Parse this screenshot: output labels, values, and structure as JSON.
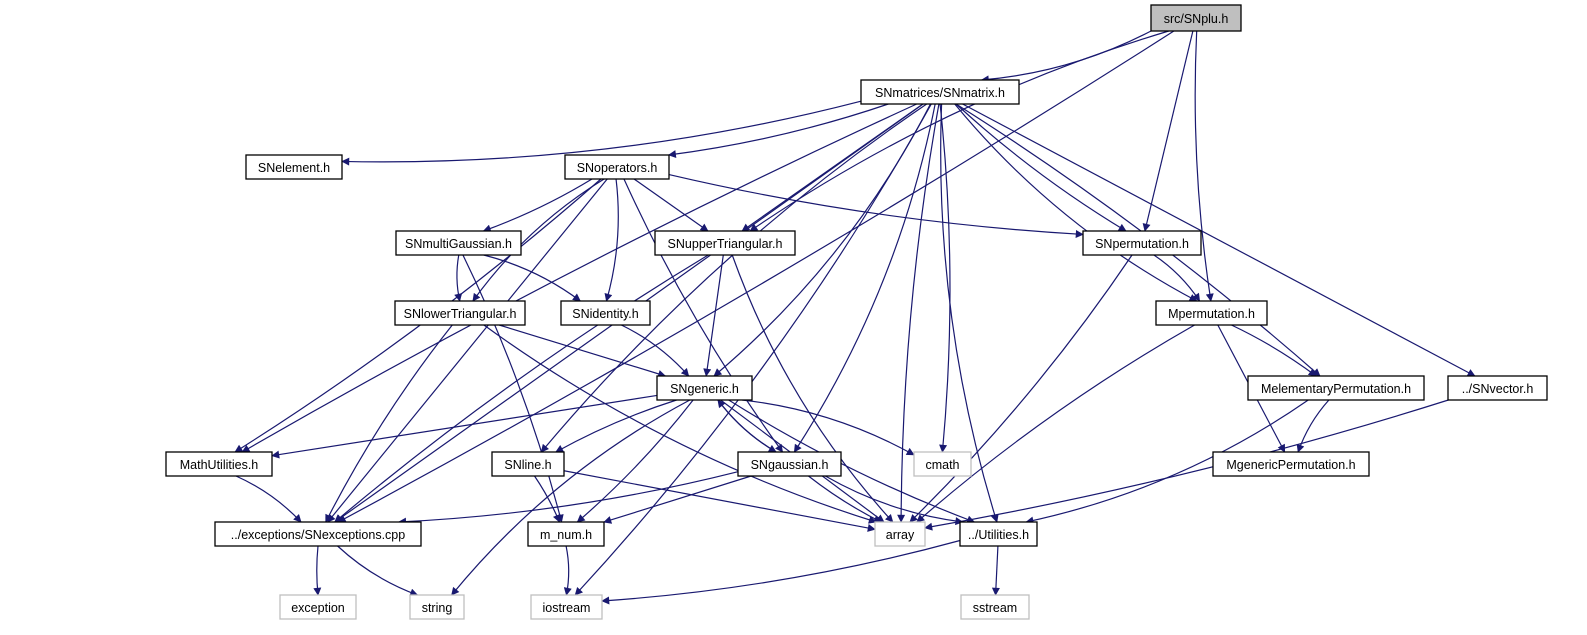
{
  "title": "src/SNplu.h include dependency graph",
  "colors": {
    "edge": "#191970",
    "root_fill": "#bfbfbf",
    "root_border": "#000000",
    "local_fill": "#ffffff",
    "local_border": "#000000",
    "system_fill": "#ffffff",
    "system_border": "#bfbfbf"
  },
  "nodes": [
    {
      "id": "snplu",
      "label": "src/SNplu.h",
      "kind": "root"
    },
    {
      "id": "snmatrix",
      "label": "SNmatrices/SNmatrix.h",
      "kind": "local"
    },
    {
      "id": "snelement",
      "label": "SNelement.h",
      "kind": "local"
    },
    {
      "id": "snoperators",
      "label": "SNoperators.h",
      "kind": "local"
    },
    {
      "id": "snmultigaussian",
      "label": "SNmultiGaussian.h",
      "kind": "local"
    },
    {
      "id": "snuppertriangular",
      "label": "SNupperTriangular.h",
      "kind": "local"
    },
    {
      "id": "snpermutation",
      "label": "SNpermutation.h",
      "kind": "local"
    },
    {
      "id": "snlowertriangular",
      "label": "SNlowerTriangular.h",
      "kind": "local"
    },
    {
      "id": "snidentity",
      "label": "SNidentity.h",
      "kind": "local"
    },
    {
      "id": "mpermutation",
      "label": "Mpermutation.h",
      "kind": "local"
    },
    {
      "id": "sngeneric",
      "label": "SNgeneric.h",
      "kind": "local"
    },
    {
      "id": "melementary",
      "label": "MelementaryPermutation.h",
      "kind": "local"
    },
    {
      "id": "snvector",
      "label": "../SNvector.h",
      "kind": "local"
    },
    {
      "id": "mathutilities",
      "label": "MathUtilities.h",
      "kind": "local"
    },
    {
      "id": "snline",
      "label": "SNline.h",
      "kind": "local"
    },
    {
      "id": "sngaussian",
      "label": "SNgaussian.h",
      "kind": "local"
    },
    {
      "id": "cmath",
      "label": "cmath",
      "kind": "system"
    },
    {
      "id": "mgeneric",
      "label": "MgenericPermutation.h",
      "kind": "local"
    },
    {
      "id": "snexceptions",
      "label": "../exceptions/SNexceptions.cpp",
      "kind": "local"
    },
    {
      "id": "mnum",
      "label": "m_num.h",
      "kind": "local"
    },
    {
      "id": "array",
      "label": "array",
      "kind": "system"
    },
    {
      "id": "utilities",
      "label": "../Utilities.h",
      "kind": "local"
    },
    {
      "id": "exception",
      "label": "exception",
      "kind": "system"
    },
    {
      "id": "string",
      "label": "string",
      "kind": "system"
    },
    {
      "id": "iostream",
      "label": "iostream",
      "kind": "system"
    },
    {
      "id": "sstream",
      "label": "sstream",
      "kind": "system"
    }
  ],
  "edges": [
    [
      "snplu",
      "snmatrix"
    ],
    [
      "snplu",
      "snexceptions"
    ],
    [
      "snplu",
      "snpermutation"
    ],
    [
      "snplu",
      "mpermutation"
    ],
    [
      "snplu",
      "snuppertriangular"
    ],
    [
      "snmatrix",
      "snelement"
    ],
    [
      "snmatrix",
      "snoperators"
    ],
    [
      "snmatrix",
      "snuppertriangular"
    ],
    [
      "snmatrix",
      "snpermutation"
    ],
    [
      "snmatrix",
      "mpermutation"
    ],
    [
      "snmatrix",
      "sngeneric"
    ],
    [
      "snmatrix",
      "melementary"
    ],
    [
      "snmatrix",
      "snvector"
    ],
    [
      "snmatrix",
      "mathutilities"
    ],
    [
      "snmatrix",
      "snline"
    ],
    [
      "snmatrix",
      "sngaussian"
    ],
    [
      "snmatrix",
      "cmath"
    ],
    [
      "snmatrix",
      "snexceptions"
    ],
    [
      "snmatrix",
      "array"
    ],
    [
      "snmatrix",
      "utilities"
    ],
    [
      "snmatrix",
      "iostream"
    ],
    [
      "snoperators",
      "snmultigaussian"
    ],
    [
      "snoperators",
      "snuppertriangular"
    ],
    [
      "snoperators",
      "snpermutation"
    ],
    [
      "snoperators",
      "snlowertriangular"
    ],
    [
      "snoperators",
      "snidentity"
    ],
    [
      "snoperators",
      "mathutilities"
    ],
    [
      "snoperators",
      "snexceptions"
    ],
    [
      "snoperators",
      "sngaussian"
    ],
    [
      "snmultigaussian",
      "snlowertriangular"
    ],
    [
      "snmultigaussian",
      "snidentity"
    ],
    [
      "snmultigaussian",
      "mnum"
    ],
    [
      "snuppertriangular",
      "sngeneric"
    ],
    [
      "snuppertriangular",
      "snexceptions"
    ],
    [
      "snuppertriangular",
      "array"
    ],
    [
      "snpermutation",
      "mpermutation"
    ],
    [
      "snpermutation",
      "array"
    ],
    [
      "snlowertriangular",
      "sngeneric"
    ],
    [
      "snlowertriangular",
      "snexceptions"
    ],
    [
      "snlowertriangular",
      "array"
    ],
    [
      "snidentity",
      "sngeneric"
    ],
    [
      "mpermutation",
      "melementary"
    ],
    [
      "mpermutation",
      "mgeneric"
    ],
    [
      "mpermutation",
      "array"
    ],
    [
      "melementary",
      "mgeneric"
    ],
    [
      "melementary",
      "utilities"
    ],
    [
      "snvector",
      "array"
    ],
    [
      "sngeneric",
      "mathutilities"
    ],
    [
      "sngeneric",
      "snline"
    ],
    [
      "sngeneric",
      "sngaussian"
    ],
    [
      "sngeneric",
      "cmath"
    ],
    [
      "sngeneric",
      "mnum"
    ],
    [
      "sngeneric",
      "array"
    ],
    [
      "sngeneric",
      "utilities"
    ],
    [
      "sngeneric",
      "string"
    ],
    [
      "sngaussian",
      "sngeneric"
    ],
    [
      "sngaussian",
      "snexceptions"
    ],
    [
      "sngaussian",
      "mnum"
    ],
    [
      "sngaussian",
      "array"
    ],
    [
      "sngaussian",
      "utilities"
    ],
    [
      "mathutilities",
      "snexceptions"
    ],
    [
      "snline",
      "mnum"
    ],
    [
      "snline",
      "array"
    ],
    [
      "snexceptions",
      "exception"
    ],
    [
      "snexceptions",
      "string"
    ],
    [
      "mnum",
      "iostream"
    ],
    [
      "utilities",
      "iostream"
    ],
    [
      "utilities",
      "sstream"
    ]
  ]
}
